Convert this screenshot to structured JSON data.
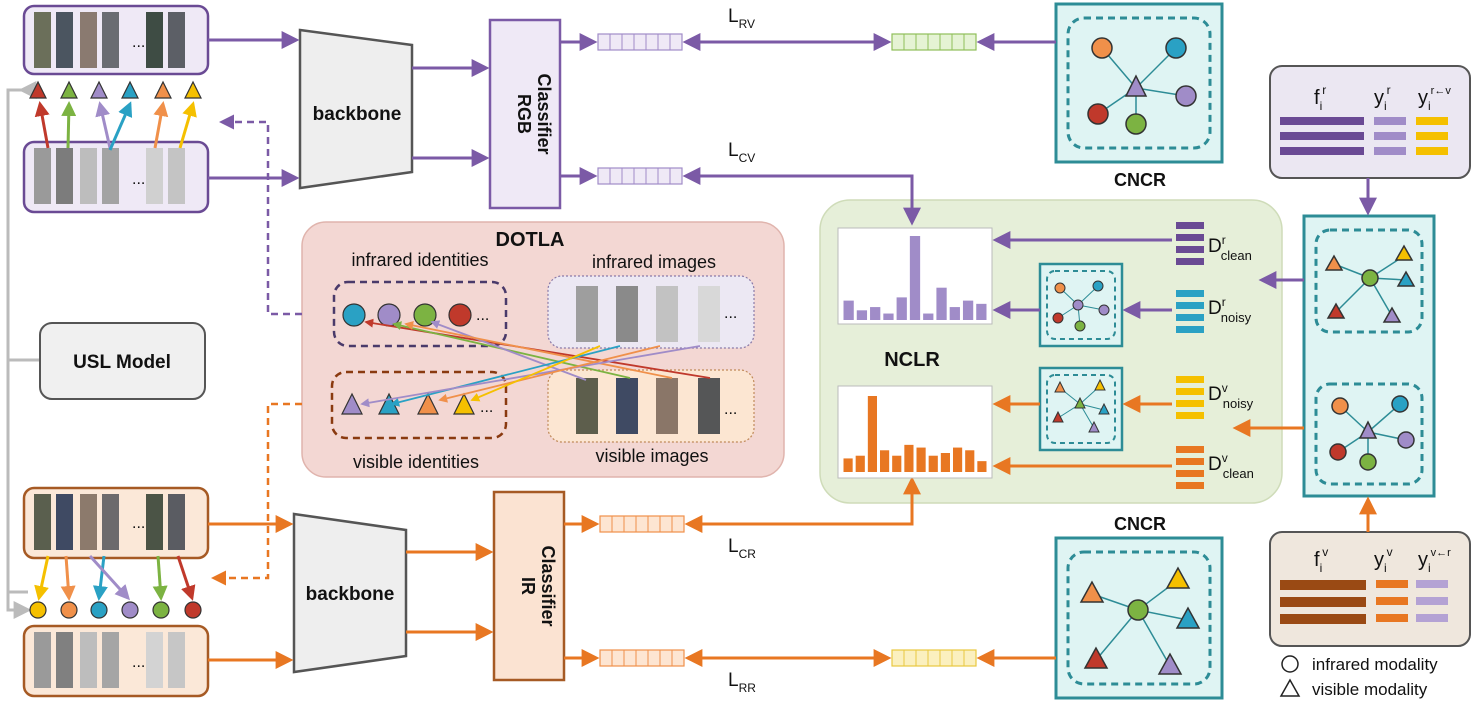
{
  "blocks": {
    "backbone_top": "backbone",
    "backbone_bottom": "backbone",
    "rgb_classifier_line1": "RGB",
    "rgb_classifier_line2": "Classifier",
    "ir_classifier_line1": "IR",
    "ir_classifier_line2": "Classifier",
    "usl_model": "USL Model",
    "dotla": "DOTLA",
    "nclr": "NCLR",
    "cncr_top": "CNCR",
    "cncr_bottom": "CNCR"
  },
  "dotla": {
    "infrared_identities": "infrared identities",
    "infrared_images": "infrared images",
    "visible_identities": "visible identities",
    "visible_images": "visible images",
    "ellipsis": "..."
  },
  "ellipsis": "...",
  "losses": {
    "l_rv": {
      "main": "L",
      "sub": "RV"
    },
    "l_cv": {
      "main": "L",
      "sub": "CV"
    },
    "l_cr": {
      "main": "L",
      "sub": "CR"
    },
    "l_rr": {
      "main": "L",
      "sub": "RR"
    }
  },
  "datasets": {
    "d_clean_r": {
      "main": "D",
      "sup": "r",
      "sub": "clean"
    },
    "d_noisy_r": {
      "main": "D",
      "sup": "r",
      "sub": "noisy"
    },
    "d_noisy_v": {
      "main": "D",
      "sup": "v",
      "sub": "noisy"
    },
    "d_clean_v": {
      "main": "D",
      "sup": "v",
      "sub": "clean"
    }
  },
  "feature_table_top": {
    "col1": {
      "main": "f",
      "sub": "i",
      "sup": "r"
    },
    "col2": {
      "main": "y",
      "sub": "i",
      "sup": "r"
    },
    "col3": {
      "main": "y",
      "sub": "i",
      "sup": "r←v"
    }
  },
  "feature_table_bottom": {
    "col1": {
      "main": "f",
      "sub": "i",
      "sup": "v"
    },
    "col2": {
      "main": "y",
      "sub": "i",
      "sup": "v"
    },
    "col3": {
      "main": "y",
      "sub": "i",
      "sup": "v←r"
    }
  },
  "legend": {
    "circle": "infrared modality",
    "triangle": "visible modality"
  },
  "histograms": {
    "rgb": [
      6,
      3,
      4,
      2,
      7,
      26,
      2,
      10,
      4,
      6,
      5
    ],
    "ir": [
      5,
      6,
      28,
      8,
      6,
      10,
      9,
      6,
      7,
      9,
      8,
      4
    ]
  },
  "colors": {
    "purple": "#7b5aa6",
    "orange": "#e87722",
    "teal": "#2d8c96",
    "red": "#c0392b",
    "green": "#7cb342",
    "blue": "#2aa1c4",
    "lilac": "#a08cc8",
    "peach": "#f0904a",
    "yellow": "#f5c000"
  }
}
